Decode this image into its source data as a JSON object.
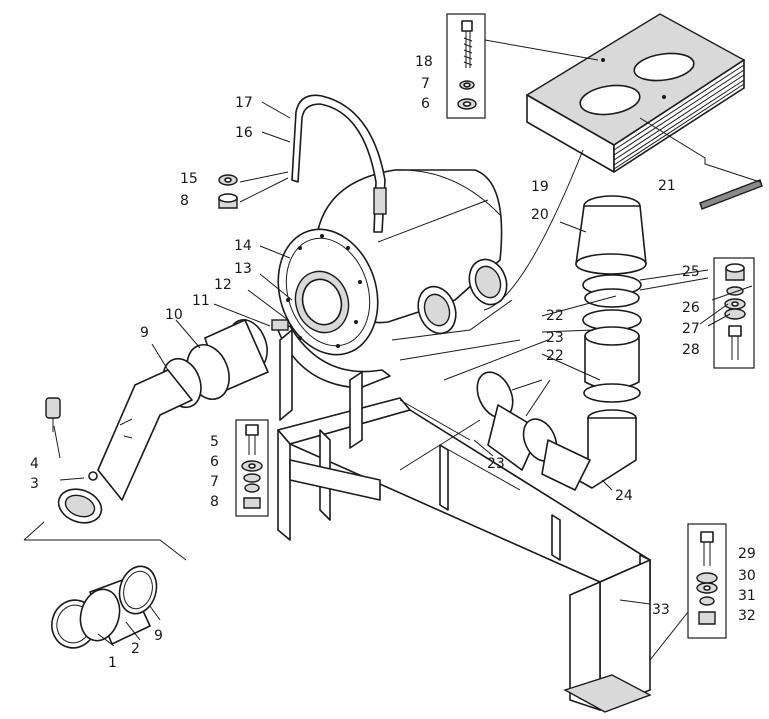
{
  "diagram": {
    "callouts": [
      "1",
      "2",
      "3",
      "4",
      "5",
      "6",
      "7",
      "8",
      "9",
      "10",
      "11",
      "12",
      "13",
      "14",
      "15",
      "16",
      "17",
      "18",
      "19",
      "20",
      "21",
      "22",
      "23",
      "24",
      "25",
      "26",
      "27",
      "28",
      "29",
      "30",
      "31",
      "32",
      "33"
    ],
    "repeat_labels": {
      "box_top_7": "7",
      "box_top_6": "6",
      "box_left_8": "8",
      "lower_9": "9",
      "mid_22": "22",
      "mid_23": "23",
      "mid_22b": "22",
      "mid_23b": "23"
    }
  }
}
